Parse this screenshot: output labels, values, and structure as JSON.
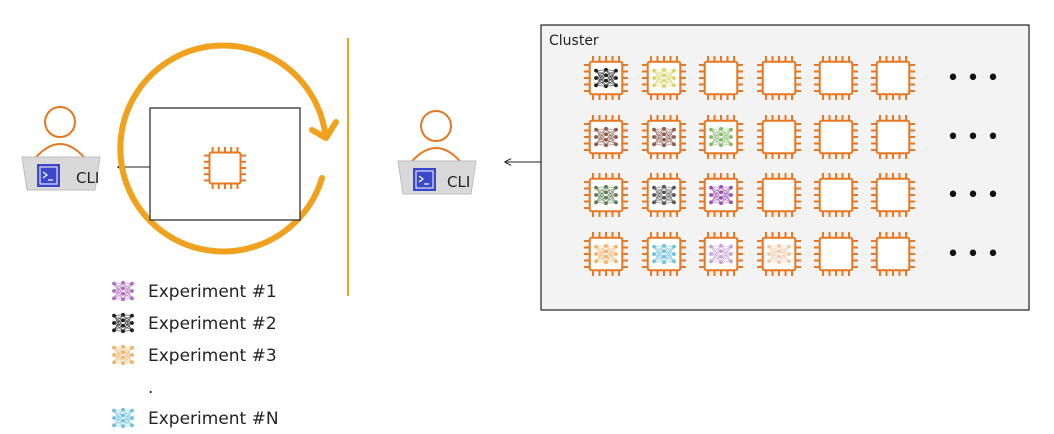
{
  "colors": {
    "orange": "#E87722",
    "loop": "#F0A21E",
    "cli_blue": "#3B48CC",
    "laptop_gray": "#D9D9D9",
    "stroke_dark": "#222222",
    "cluster_bg": "#F3F3F3",
    "text": "#222222"
  },
  "left_cli": {
    "label": "CLI"
  },
  "right_cli": {
    "label": "CLI"
  },
  "cluster": {
    "title": "Cluster",
    "rows": [
      [
        "black",
        "yellow",
        "",
        "",
        "",
        ""
      ],
      [
        "brown",
        "brown",
        "green",
        "",
        "",
        ""
      ],
      [
        "darkgreen",
        "darkgray",
        "purple",
        "",
        "",
        ""
      ],
      [
        "orange",
        "blue",
        "lavender",
        "peach",
        "",
        ""
      ]
    ],
    "more": "• • •"
  },
  "palette": {
    "black": "#1e1e1e",
    "yellow": "#d8d46a",
    "brown": "#8a5a4a",
    "green": "#86b86a",
    "darkgreen": "#5f7d55",
    "darkgray": "#555555",
    "purple": "#9b4fb0",
    "orange": "#f2b36b",
    "blue": "#6ec1dd",
    "lavender": "#caa1d8",
    "peach": "#f1c9a9"
  },
  "legend": [
    {
      "label": "Experiment #1",
      "color": "#b06cc0"
    },
    {
      "label": "Experiment #2",
      "color": "#1e1e1e"
    },
    {
      "label": "Experiment #3",
      "color": "#f2b36b"
    },
    {
      "label": ".",
      "color": ""
    },
    {
      "label": "Experiment #N",
      "color": "#6ec1dd"
    }
  ],
  "icons": {
    "user": "user-icon",
    "terminal": "terminal-icon",
    "chip": "processor-chip-icon",
    "network": "neural-network-icon",
    "arrow": "double-arrow-icon",
    "loop": "iteration-loop-icon"
  }
}
